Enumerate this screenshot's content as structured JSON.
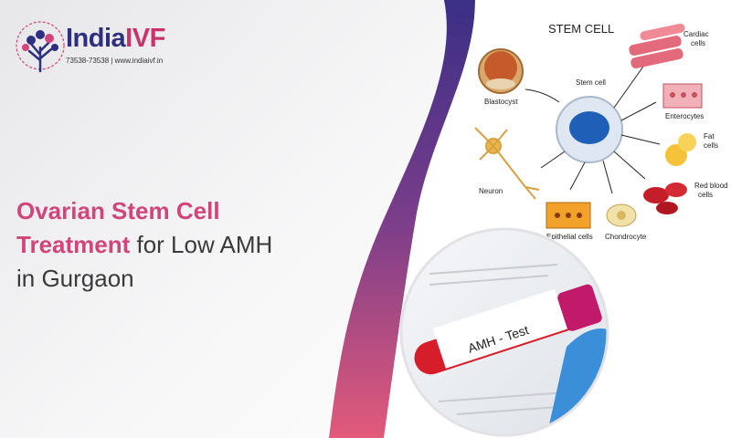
{
  "brand": {
    "name_part1": "India",
    "name_part2": "IVF",
    "contact": "73538-73538 | www.indiaivf.in"
  },
  "headline": {
    "line1_highlight": "Ovarian Stem Cell",
    "line2_highlight": "Treatment",
    "line2_rest": " for Low AMH",
    "line3": "in Gurgaon"
  },
  "diagram": {
    "title": "STEM CELL",
    "center": "Stem cell",
    "labels": {
      "blastocyst": "Blastocyst",
      "cardiac": "Cardiac",
      "cardiac2": "cells",
      "enterocytes": "Enterocytes",
      "fat": "Fat",
      "fat2": "cells",
      "red": "Red blood",
      "red2": "cells",
      "neuron": "Neuron",
      "epithelial": "Epithelial cells",
      "chondrocyte": "Chondrocyte"
    }
  },
  "test_tube": {
    "label": "AMH - Test"
  },
  "colors": {
    "brand_navy": "#2e2f7e",
    "brand_pink": "#d1457a",
    "wave_top": "#3a2f86",
    "wave_bottom": "#e25a7a"
  }
}
